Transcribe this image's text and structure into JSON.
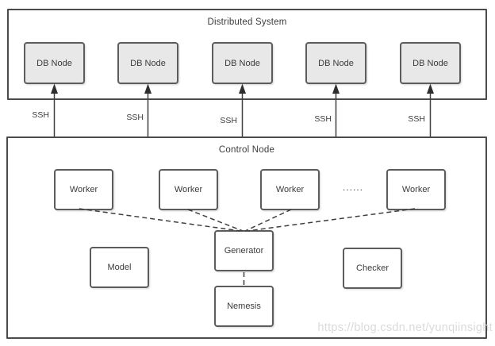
{
  "diagram": {
    "distributed_system": {
      "title": "Distributed System",
      "db_nodes": [
        "DB Node",
        "DB Node",
        "DB Node",
        "DB Node",
        "DB Node"
      ]
    },
    "ssh_labels": [
      "SSH",
      "SSH",
      "SSH",
      "SSH",
      "SSH"
    ],
    "control_node": {
      "title": "Control Node",
      "workers": [
        "Worker",
        "Worker",
        "Worker",
        "Worker"
      ],
      "ellipsis": "......",
      "generator": "Generator",
      "model": "Model",
      "checker": "Checker",
      "nemesis": "Nemesis"
    },
    "watermark": "https://blog.csdn.net/yunqiinsight",
    "colors": {
      "background": "#ffffff",
      "db_node_fill": "#e8e8e8",
      "node_border": "#5c5c5c",
      "outer_border": "#4b4b4b",
      "text": "#3b3b3b",
      "connector": "#3f3f3f",
      "watermark": "#dadada"
    }
  }
}
